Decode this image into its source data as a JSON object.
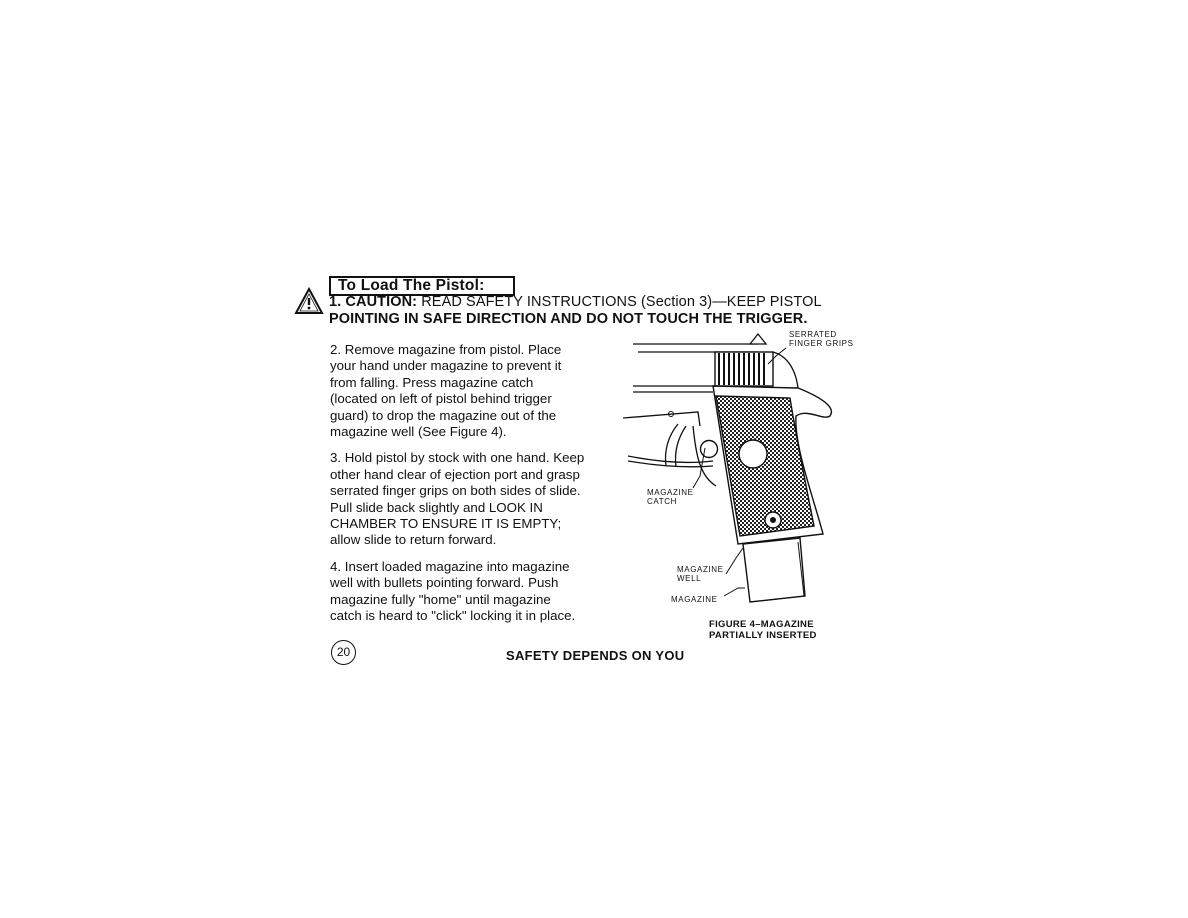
{
  "section_heading": "To Load The Pistol:",
  "caution": {
    "lead": "1. CAUTION:",
    "rest": " READ SAFETY INSTRUCTIONS (Section 3)—KEEP PISTOL",
    "line2": "POINTING IN SAFE DIRECTION AND DO NOT TOUCH THE TRIGGER."
  },
  "steps": [
    "2. Remove magazine from pistol. Place\nyour hand under magazine to prevent it\nfrom falling. Press magazine catch\n(located on left of pistol behind trigger\nguard) to drop the magazine out of the\nmagazine well (See Figure 4).",
    "3. Hold pistol by stock with one hand. Keep\nother hand clear of ejection port and grasp\nserrated finger grips on both sides of slide.\nPull slide back slightly and LOOK IN\nCHAMBER TO ENSURE IT IS EMPTY;\nallow slide to return forward.",
    "4. Insert loaded magazine into magazine\nwell with bullets pointing forward. Push\nmagazine fully \"home\" until magazine\ncatch is heard to \"click\" locking it in place."
  ],
  "figure": {
    "callouts": {
      "serrated": "SERRATED\nFINGER GRIPS",
      "catch": "MAGAZINE\nCATCH",
      "well": "MAGAZINE\nWELL",
      "magazine": "MAGAZINE"
    },
    "caption_line1": "FIGURE 4–MAGAZINE",
    "caption_line2": "PARTIALLY INSERTED"
  },
  "page_number": "20",
  "footer": "SAFETY DEPENDS ON YOU",
  "icons": {
    "warning": "warning-triangle-icon"
  }
}
